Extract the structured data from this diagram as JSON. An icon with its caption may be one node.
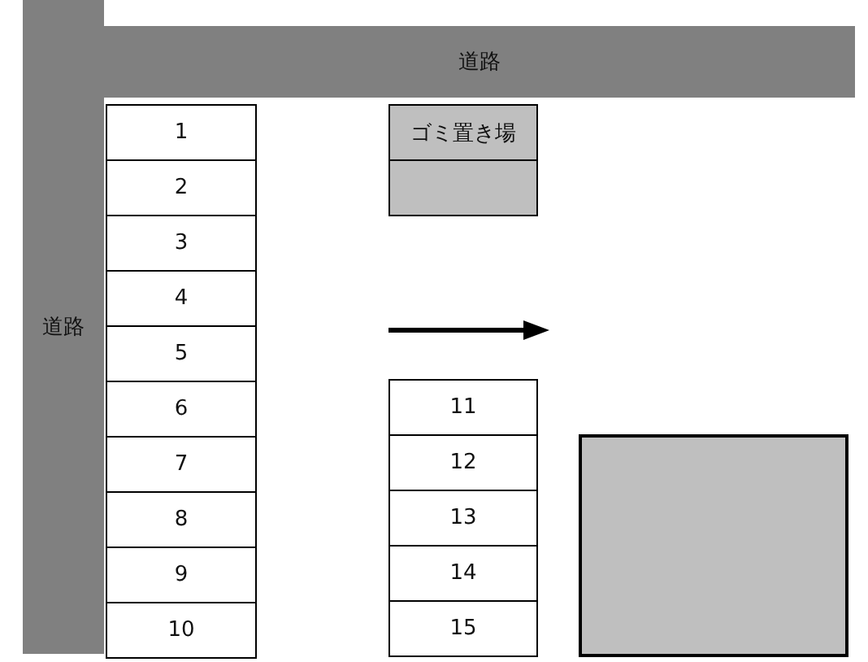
{
  "diagram": {
    "nodes": [
      {
        "text": [
          "道路"
        ]
      },
      {
        "text": [
          "道路"
        ]
      },
      {
        "text": [
          "1"
        ]
      },
      {
        "text": [
          "2"
        ]
      },
      {
        "text": [
          "3"
        ]
      },
      {
        "text": [
          "4"
        ]
      },
      {
        "text": [
          "5"
        ]
      },
      {
        "text": [
          "6"
        ]
      },
      {
        "text": [
          "7"
        ]
      },
      {
        "text": [
          "8"
        ]
      },
      {
        "text": [
          "9"
        ]
      },
      {
        "text": [
          "10"
        ]
      },
      {
        "text": [
          "ゴミ置き場"
        ]
      },
      {
        "text": [],
        "shape": "box"
      },
      {
        "text": [
          "11"
        ]
      },
      {
        "text": [
          "12"
        ]
      },
      {
        "text": [
          "13"
        ]
      },
      {
        "text": [
          "14"
        ]
      },
      {
        "text": [
          "15"
        ]
      },
      {
        "text": [],
        "shape": "box"
      }
    ]
  }
}
